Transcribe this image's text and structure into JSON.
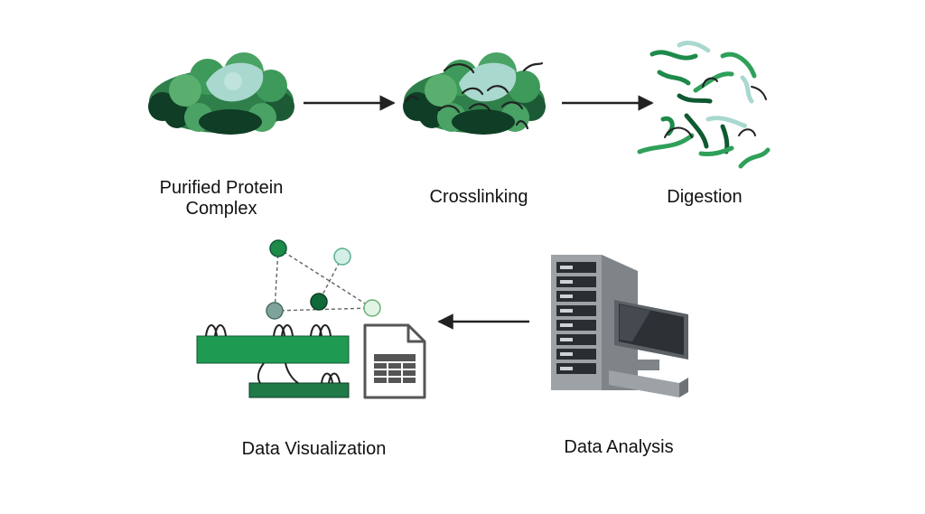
{
  "steps": {
    "purified": {
      "line1": "Purified Protein",
      "line2": "Complex"
    },
    "crosslinking": {
      "label": "Crosslinking"
    },
    "digestion": {
      "label": "Digestion"
    },
    "analysis": {
      "label": "Data Analysis"
    },
    "visualization": {
      "label": "Data Visualization"
    }
  },
  "colors": {
    "dark_green": "#0f3d25",
    "mid_green": "#2e8b4f",
    "green": "#3a9a5c",
    "light_green": "#5fae6e",
    "pale_teal": "#a9d8cf",
    "arrow": "#222222",
    "server_gray": "#8e9498"
  },
  "icons": [
    "protein-complex-icon",
    "crosslinked-complex-icon",
    "peptides-icon",
    "server-computer-icon",
    "network-graph-icon",
    "spreadsheet-icon"
  ]
}
